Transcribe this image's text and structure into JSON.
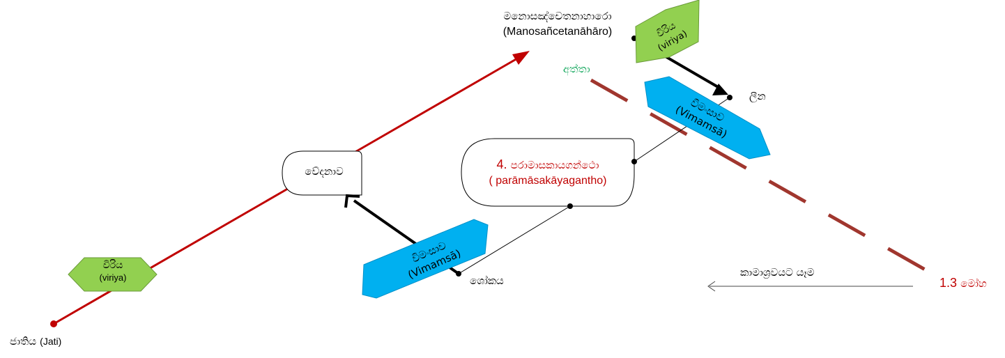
{
  "nodes": {
    "jati": {
      "sinhala": "ජාතිය",
      "latin": "(Jati)"
    },
    "vedana": {
      "sinhala": "වේදනාව"
    },
    "viriya_left": {
      "sinhala": "විරිය",
      "latin": "(viriya)"
    },
    "viriya_top": {
      "sinhala": "විරිය",
      "latin": "(viriya)"
    },
    "vimamsa_left": {
      "sinhala": "විමංසාව",
      "latin": "(Vimamsā)"
    },
    "vimamsa_right": {
      "sinhala": "විමංසාව",
      "latin": "(Vimamsā)"
    },
    "manosancetana": {
      "sinhala": "මනොසඤ්චෙතනාහාරො",
      "latin": "(Manosañcetanāhāro)"
    },
    "attha": {
      "sinhala": "අත්තා"
    },
    "lina": {
      "sinhala": "ලීන"
    },
    "soka": {
      "sinhala": "ශෝකය"
    },
    "paramasa": {
      "number": "4.",
      "sinhala": "පරාමාසකායගන්ථො",
      "latin": "( parāmāsakāyagantho)"
    },
    "kamasrava": {
      "sinhala": "කාමාශ්‍රවයට යෑම"
    },
    "moha": {
      "number": "1.3",
      "sinhala": "මෝහ"
    }
  },
  "colors": {
    "red_line": "#c00000",
    "brown_dash": "#a0362e",
    "green_hex": "#92d050",
    "blue_hex": "#00b0f0",
    "text_red": "#c00000",
    "text_green": "#00a050"
  }
}
